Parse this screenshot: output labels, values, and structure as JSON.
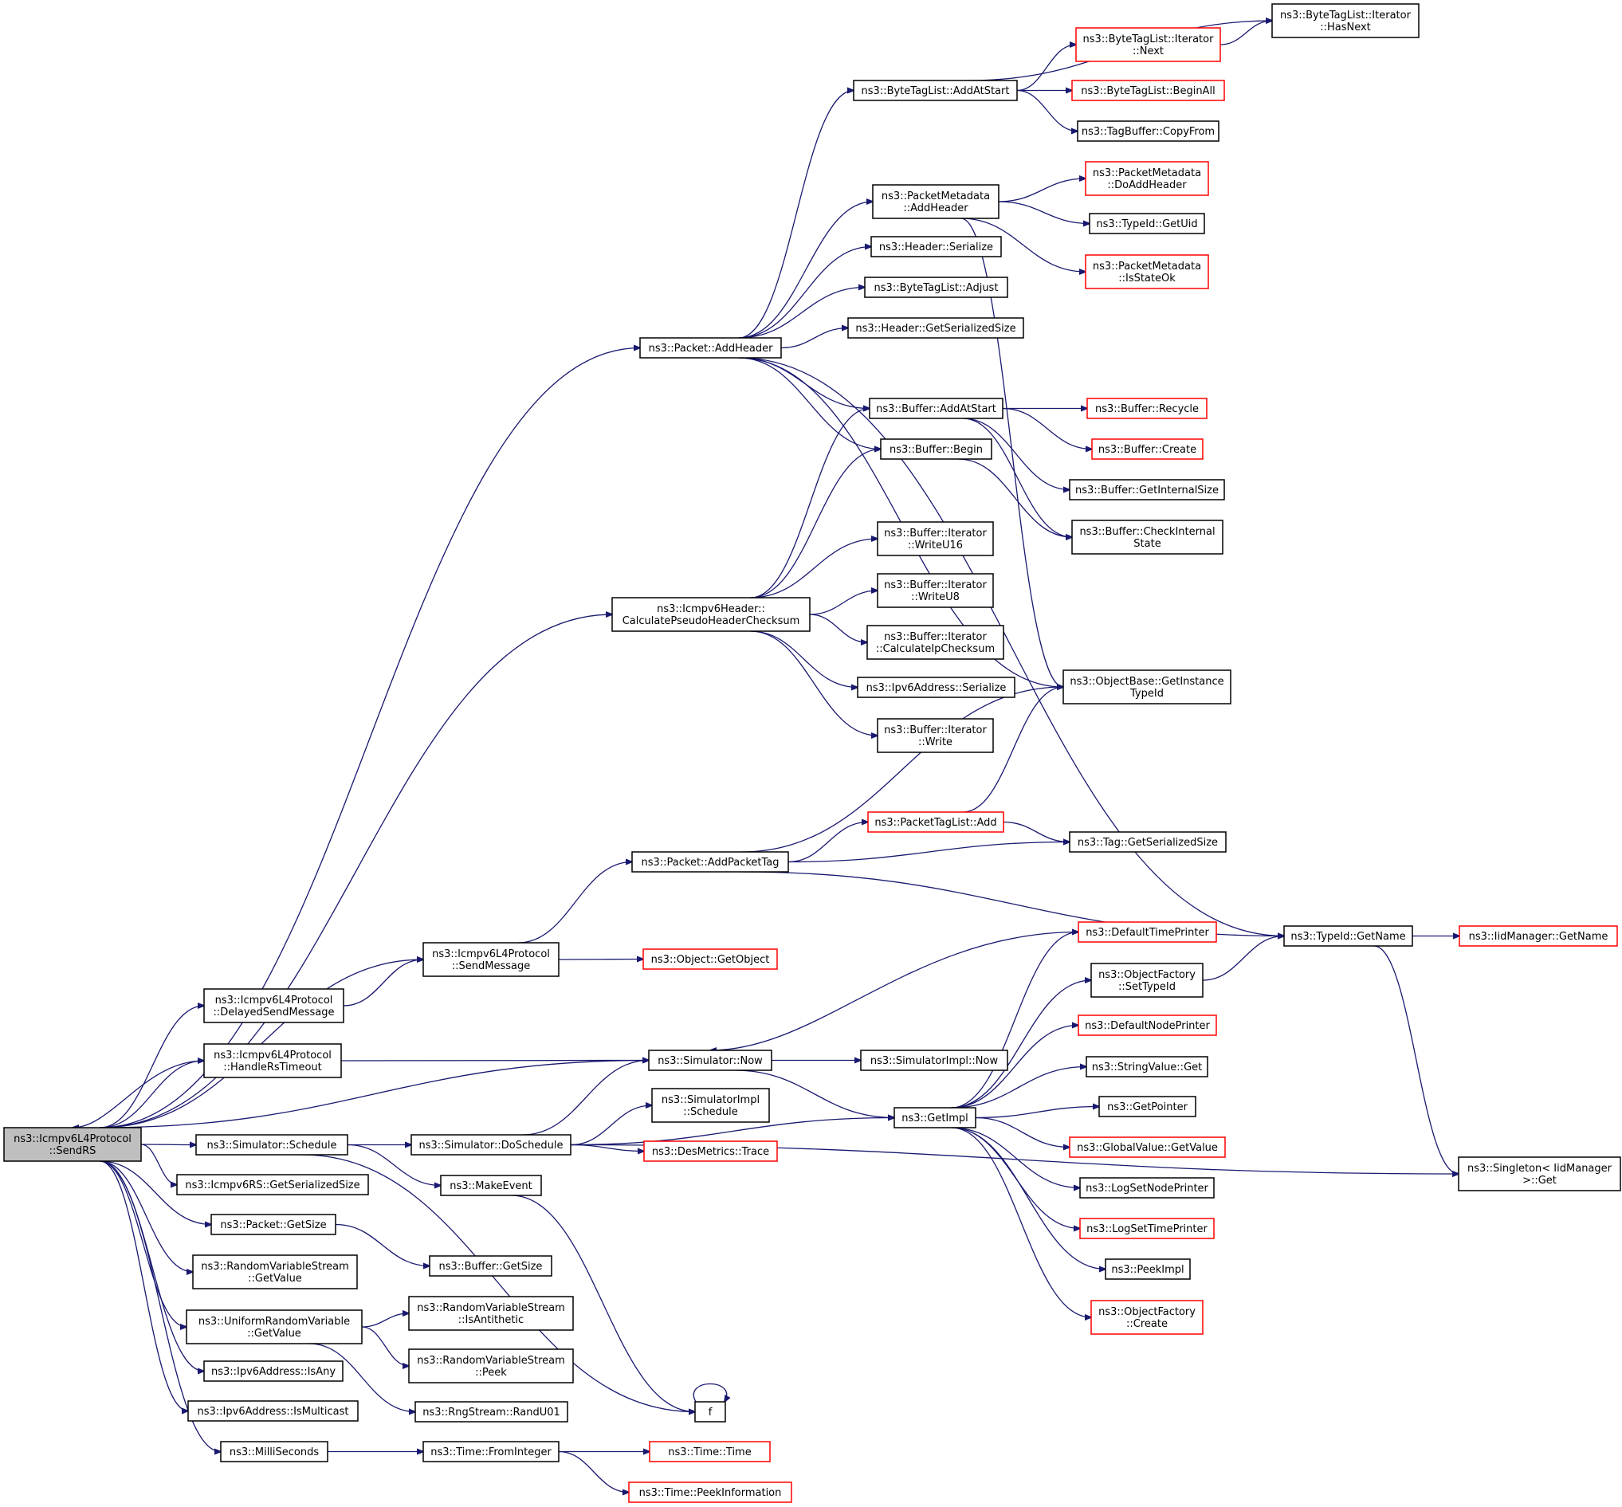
{
  "title": "",
  "colors": {
    "edge": "#191970",
    "missing_border": "#ff0000",
    "root_fill": "#bfbfbf"
  },
  "nodes": [
    {
      "id": "root",
      "lines": [
        "ns3::Icmpv6L4Protocol",
        "::SendRS"
      ],
      "kind": "root"
    },
    {
      "id": "addHeader",
      "lines": [
        "ns3::Packet::AddHeader"
      ]
    },
    {
      "id": "calcPseudo",
      "lines": [
        "ns3::Icmpv6Header::",
        "CalculatePseudoHeaderChecksum"
      ]
    },
    {
      "id": "addPacketTag",
      "lines": [
        "ns3::Packet::AddPacketTag"
      ]
    },
    {
      "id": "sendMessage",
      "lines": [
        "ns3::Icmpv6L4Protocol",
        "::SendMessage"
      ]
    },
    {
      "id": "delayedSend",
      "lines": [
        "ns3::Icmpv6L4Protocol",
        "::DelayedSendMessage"
      ]
    },
    {
      "id": "handleRs",
      "lines": [
        "ns3::Icmpv6L4Protocol",
        "::HandleRsTimeout"
      ]
    },
    {
      "id": "simSchedule",
      "lines": [
        "ns3::Simulator::Schedule"
      ]
    },
    {
      "id": "rsSerSize",
      "lines": [
        "ns3::Icmpv6RS::GetSerializedSize"
      ]
    },
    {
      "id": "pktGetSize",
      "lines": [
        "ns3::Packet::GetSize"
      ]
    },
    {
      "id": "rvsGetValue",
      "lines": [
        "ns3::RandomVariableStream",
        "::GetValue"
      ]
    },
    {
      "id": "urvGetValue",
      "lines": [
        "ns3::UniformRandomVariable",
        "::GetValue"
      ]
    },
    {
      "id": "ipv6IsAny",
      "lines": [
        "ns3::Ipv6Address::IsAny"
      ]
    },
    {
      "id": "ipv6IsMulticast",
      "lines": [
        "ns3::Ipv6Address::IsMulticast"
      ]
    },
    {
      "id": "milliSeconds",
      "lines": [
        "ns3::MilliSeconds"
      ]
    },
    {
      "id": "btlAddAtStart",
      "lines": [
        "ns3::ByteTagList::AddAtStart"
      ]
    },
    {
      "id": "pmAddHeader",
      "lines": [
        "ns3::PacketMetadata",
        "::AddHeader"
      ]
    },
    {
      "id": "headerSerialize",
      "lines": [
        "ns3::Header::Serialize"
      ]
    },
    {
      "id": "btlAdjust",
      "lines": [
        "ns3::ByteTagList::Adjust"
      ]
    },
    {
      "id": "headerSerSize",
      "lines": [
        "ns3::Header::GetSerializedSize"
      ]
    },
    {
      "id": "bufAddAtStart",
      "lines": [
        "ns3::Buffer::AddAtStart"
      ]
    },
    {
      "id": "bufBegin",
      "lines": [
        "ns3::Buffer::Begin"
      ]
    },
    {
      "id": "itWriteU16",
      "lines": [
        "ns3::Buffer::Iterator",
        "::WriteU16"
      ]
    },
    {
      "id": "itWriteU8",
      "lines": [
        "ns3::Buffer::Iterator",
        "::WriteU8"
      ]
    },
    {
      "id": "itCalcIp",
      "lines": [
        "ns3::Buffer::Iterator",
        "::CalculateIpChecksum"
      ]
    },
    {
      "id": "ipv6Serialize",
      "lines": [
        "ns3::Ipv6Address::Serialize"
      ]
    },
    {
      "id": "itWrite",
      "lines": [
        "ns3::Buffer::Iterator",
        "::Write"
      ]
    },
    {
      "id": "ptlAdd",
      "lines": [
        "ns3::PacketTagList::Add"
      ],
      "kind": "red"
    },
    {
      "id": "getObject",
      "lines": [
        "ns3::Object::GetObject"
      ],
      "kind": "red"
    },
    {
      "id": "simNow",
      "lines": [
        "ns3::Simulator::Now"
      ]
    },
    {
      "id": "simDoSchedule",
      "lines": [
        "ns3::Simulator::DoSchedule"
      ]
    },
    {
      "id": "makeEvent",
      "lines": [
        "ns3::MakeEvent"
      ]
    },
    {
      "id": "bufGetSize",
      "lines": [
        "ns3::Buffer::GetSize"
      ]
    },
    {
      "id": "rvsIsAnti",
      "lines": [
        "ns3::RandomVariableStream",
        "::IsAntithetic"
      ]
    },
    {
      "id": "rvsPeek",
      "lines": [
        "ns3::RandomVariableStream",
        "::Peek"
      ]
    },
    {
      "id": "rngRandU01",
      "lines": [
        "ns3::RngStream::RandU01"
      ]
    },
    {
      "id": "timeFromInt",
      "lines": [
        "ns3::Time::FromInteger"
      ]
    },
    {
      "id": "simImplSchedule",
      "lines": [
        "ns3::SimulatorImpl",
        "::Schedule"
      ]
    },
    {
      "id": "desTrace",
      "lines": [
        "ns3::DesMetrics::Trace"
      ],
      "kind": "red"
    },
    {
      "id": "simImplNow",
      "lines": [
        "ns3::SimulatorImpl::Now"
      ]
    },
    {
      "id": "fNode",
      "lines": [
        "f"
      ]
    },
    {
      "id": "timeTime",
      "lines": [
        "ns3::Time::Time"
      ],
      "kind": "red"
    },
    {
      "id": "timePeekInfo",
      "lines": [
        "ns3::Time::PeekInformation"
      ],
      "kind": "red"
    },
    {
      "id": "btlItNext",
      "lines": [
        "ns3::ByteTagList::Iterator",
        "::Next"
      ],
      "kind": "red"
    },
    {
      "id": "btlBeginAll",
      "lines": [
        "ns3::ByteTagList::BeginAll"
      ],
      "kind": "red"
    },
    {
      "id": "tagBufCopy",
      "lines": [
        "ns3::TagBuffer::CopyFrom"
      ]
    },
    {
      "id": "pmDoAddHeader",
      "lines": [
        "ns3::PacketMetadata",
        "::DoAddHeader"
      ],
      "kind": "red"
    },
    {
      "id": "typeIdGetUid",
      "lines": [
        "ns3::TypeId::GetUid"
      ]
    },
    {
      "id": "pmIsStateOk",
      "lines": [
        "ns3::PacketMetadata",
        "::IsStateOk"
      ],
      "kind": "red"
    },
    {
      "id": "bufRecycle",
      "lines": [
        "ns3::Buffer::Recycle"
      ],
      "kind": "red"
    },
    {
      "id": "bufCreate",
      "lines": [
        "ns3::Buffer::Create"
      ],
      "kind": "red"
    },
    {
      "id": "bufGetInternalSize",
      "lines": [
        "ns3::Buffer::GetInternalSize"
      ]
    },
    {
      "id": "bufCheckInternal",
      "lines": [
        "ns3::Buffer::CheckInternal",
        "State"
      ]
    },
    {
      "id": "objBaseGetInst",
      "lines": [
        "ns3::ObjectBase::GetInstance",
        "TypeId"
      ]
    },
    {
      "id": "tagGetSerSize",
      "lines": [
        "ns3::Tag::GetSerializedSize"
      ]
    },
    {
      "id": "defaultTimePrinter",
      "lines": [
        "ns3::DefaultTimePrinter"
      ],
      "kind": "red"
    },
    {
      "id": "objFactSetTypeId",
      "lines": [
        "ns3::ObjectFactory",
        "::SetTypeId"
      ]
    },
    {
      "id": "defaultNodePrinter",
      "lines": [
        "ns3::DefaultNodePrinter"
      ],
      "kind": "red"
    },
    {
      "id": "stringValueGet",
      "lines": [
        "ns3::StringValue::Get"
      ]
    },
    {
      "id": "getImpl",
      "lines": [
        "ns3::GetImpl"
      ]
    },
    {
      "id": "getPointer",
      "lines": [
        "ns3::GetPointer"
      ]
    },
    {
      "id": "globalValueGet",
      "lines": [
        "ns3::GlobalValue::GetValue"
      ],
      "kind": "red"
    },
    {
      "id": "logSetNodePrinter",
      "lines": [
        "ns3::LogSetNodePrinter"
      ]
    },
    {
      "id": "logSetTimePrinter",
      "lines": [
        "ns3::LogSetTimePrinter"
      ],
      "kind": "red"
    },
    {
      "id": "peekImpl",
      "lines": [
        "ns3::PeekImpl"
      ]
    },
    {
      "id": "objFactCreate",
      "lines": [
        "ns3::ObjectFactory",
        "::Create"
      ],
      "kind": "red"
    },
    {
      "id": "btlItHasNext",
      "lines": [
        "ns3::ByteTagList::Iterator",
        "::HasNext"
      ]
    },
    {
      "id": "typeIdGetName",
      "lines": [
        "ns3::TypeId::GetName"
      ]
    },
    {
      "id": "iidMgrGetName",
      "lines": [
        "ns3::IidManager::GetName"
      ],
      "kind": "red"
    },
    {
      "id": "singletonGet",
      "lines": [
        "ns3::Singleton< IidManager",
        ">::Get"
      ]
    }
  ],
  "edges": [
    [
      "root",
      "addHeader"
    ],
    [
      "root",
      "calcPseudo"
    ],
    [
      "root",
      "sendMessage"
    ],
    [
      "root",
      "delayedSend"
    ],
    [
      "root",
      "handleRs"
    ],
    [
      "root",
      "simNow"
    ],
    [
      "root",
      "simSchedule"
    ],
    [
      "root",
      "rsSerSize"
    ],
    [
      "root",
      "pktGetSize"
    ],
    [
      "root",
      "rvsGetValue"
    ],
    [
      "root",
      "urvGetValue"
    ],
    [
      "root",
      "ipv6IsAny"
    ],
    [
      "root",
      "ipv6IsMulticast"
    ],
    [
      "root",
      "milliSeconds"
    ],
    [
      "addHeader",
      "btlAddAtStart"
    ],
    [
      "addHeader",
      "pmAddHeader"
    ],
    [
      "addHeader",
      "headerSerialize"
    ],
    [
      "addHeader",
      "btlAdjust"
    ],
    [
      "addHeader",
      "headerSerSize"
    ],
    [
      "addHeader",
      "bufAddAtStart"
    ],
    [
      "addHeader",
      "bufBegin"
    ],
    [
      "addHeader",
      "objBaseGetInst"
    ],
    [
      "addHeader",
      "typeIdGetName"
    ],
    [
      "btlAddAtStart",
      "btlItHasNext"
    ],
    [
      "btlAddAtStart",
      "btlItNext"
    ],
    [
      "btlAddAtStart",
      "btlBeginAll"
    ],
    [
      "btlAddAtStart",
      "tagBufCopy"
    ],
    [
      "btlItNext",
      "btlItHasNext"
    ],
    [
      "pmAddHeader",
      "pmDoAddHeader"
    ],
    [
      "pmAddHeader",
      "typeIdGetUid"
    ],
    [
      "pmAddHeader",
      "pmIsStateOk"
    ],
    [
      "pmAddHeader",
      "objBaseGetInst"
    ],
    [
      "bufAddAtStart",
      "bufRecycle"
    ],
    [
      "bufAddAtStart",
      "bufCreate"
    ],
    [
      "bufAddAtStart",
      "bufGetInternalSize"
    ],
    [
      "bufAddAtStart",
      "bufCheckInternal"
    ],
    [
      "bufBegin",
      "bufCheckInternal"
    ],
    [
      "calcPseudo",
      "bufAddAtStart"
    ],
    [
      "calcPseudo",
      "bufBegin"
    ],
    [
      "calcPseudo",
      "itWriteU16"
    ],
    [
      "calcPseudo",
      "itWriteU8"
    ],
    [
      "calcPseudo",
      "itCalcIp"
    ],
    [
      "calcPseudo",
      "ipv6Serialize"
    ],
    [
      "calcPseudo",
      "itWrite"
    ],
    [
      "addPacketTag",
      "ptlAdd"
    ],
    [
      "addPacketTag",
      "tagGetSerSize"
    ],
    [
      "addPacketTag",
      "objBaseGetInst"
    ],
    [
      "addPacketTag",
      "typeIdGetName"
    ],
    [
      "ptlAdd",
      "tagGetSerSize"
    ],
    [
      "ptlAdd",
      "objBaseGetInst"
    ],
    [
      "sendMessage",
      "addPacketTag"
    ],
    [
      "sendMessage",
      "getObject"
    ],
    [
      "delayedSend",
      "sendMessage"
    ],
    [
      "handleRs",
      "root"
    ],
    [
      "handleRs",
      "simNow"
    ],
    [
      "simNow",
      "simImplNow"
    ],
    [
      "simNow",
      "getImpl"
    ],
    [
      "simSchedule",
      "simDoSchedule"
    ],
    [
      "simSchedule",
      "makeEvent"
    ],
    [
      "simSchedule",
      "fNode"
    ],
    [
      "simDoSchedule",
      "simNow"
    ],
    [
      "simDoSchedule",
      "simImplSchedule"
    ],
    [
      "simDoSchedule",
      "desTrace"
    ],
    [
      "simDoSchedule",
      "getImpl"
    ],
    [
      "simDoSchedule",
      "singletonGet"
    ],
    [
      "makeEvent",
      "fNode"
    ],
    [
      "fNode",
      "fNode"
    ],
    [
      "pktGetSize",
      "bufGetSize"
    ],
    [
      "urvGetValue",
      "rvsIsAnti"
    ],
    [
      "urvGetValue",
      "rvsPeek"
    ],
    [
      "urvGetValue",
      "rngRandU01"
    ],
    [
      "milliSeconds",
      "timeFromInt"
    ],
    [
      "timeFromInt",
      "timeTime"
    ],
    [
      "timeFromInt",
      "timePeekInfo"
    ],
    [
      "defaultTimePrinter",
      "simNow"
    ],
    [
      "getImpl",
      "defaultTimePrinter"
    ],
    [
      "getImpl",
      "objFactSetTypeId"
    ],
    [
      "getImpl",
      "defaultNodePrinter"
    ],
    [
      "getImpl",
      "stringValueGet"
    ],
    [
      "getImpl",
      "getPointer"
    ],
    [
      "getImpl",
      "globalValueGet"
    ],
    [
      "getImpl",
      "logSetNodePrinter"
    ],
    [
      "getImpl",
      "logSetTimePrinter"
    ],
    [
      "getImpl",
      "peekImpl"
    ],
    [
      "getImpl",
      "objFactCreate"
    ],
    [
      "objFactSetTypeId",
      "typeIdGetName"
    ],
    [
      "typeIdGetName",
      "iidMgrGetName"
    ],
    [
      "typeIdGetName",
      "singletonGet"
    ]
  ]
}
